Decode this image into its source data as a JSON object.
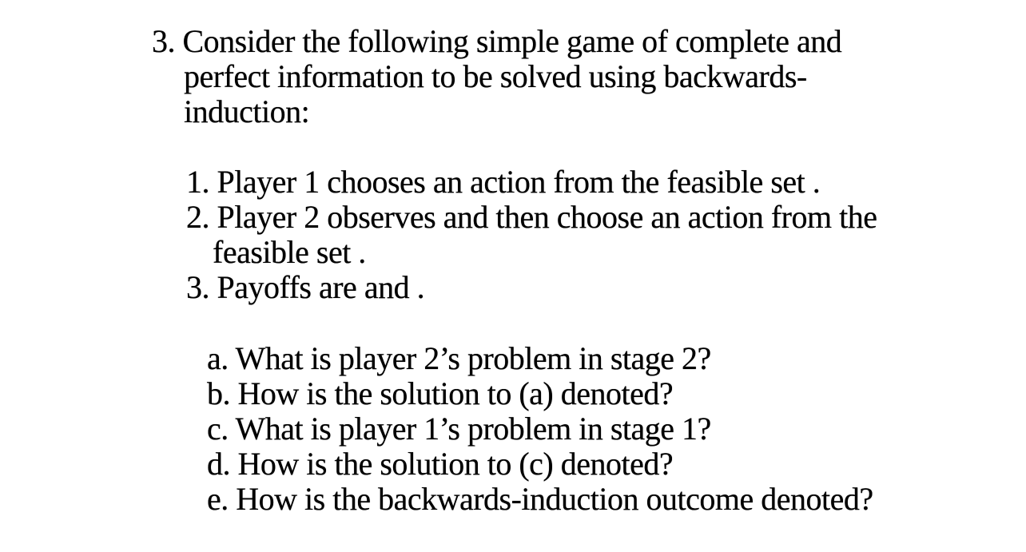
{
  "colors": {
    "background": "#ffffff",
    "text": "#000000"
  },
  "question": {
    "intro_lines": [
      "3. Consider the following simple game of complete and",
      "perfect information to be solved using backwards-",
      "induction:"
    ],
    "step_list": {
      "lines": [
        "1. Player 1 chooses an action from the feasible set .",
        "2. Player 2 observes and then choose an action from the",
        "feasible set .",
        "3. Payoffs are and ."
      ]
    },
    "sub_question_list": {
      "lines": [
        "a. What is player 2’s problem in stage 2?",
        "b. How is the solution to (a) denoted?",
        "c. What is player 1’s problem in stage 1?",
        "d. How is the solution to (c) denoted?",
        "e. How is the backwards-induction outcome denoted?"
      ]
    }
  }
}
